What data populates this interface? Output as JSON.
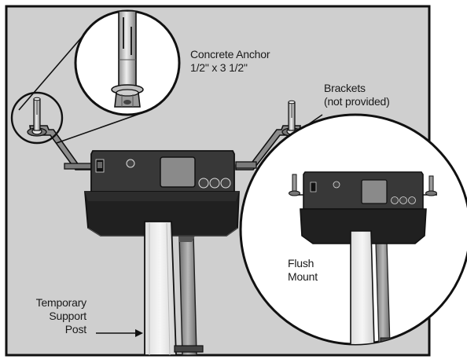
{
  "labels": {
    "anchor_title": "Concrete Anchor",
    "anchor_size": "1/2\" x 3 1/2\"",
    "brackets_line1": "Brackets",
    "brackets_line2": "(not provided)",
    "flush_line1": "Flush",
    "flush_line2": "Mount",
    "support_line1": "Temporary",
    "support_line2": "Support",
    "support_line3": "Post"
  },
  "colors": {
    "background_panel": "#cfcfcf",
    "unit_body": "#2f2f2f",
    "unit_dark": "#1c1c1c",
    "panel_gray": "#8a8a8a",
    "post": "#f1f1f1",
    "outline": "#111111"
  }
}
